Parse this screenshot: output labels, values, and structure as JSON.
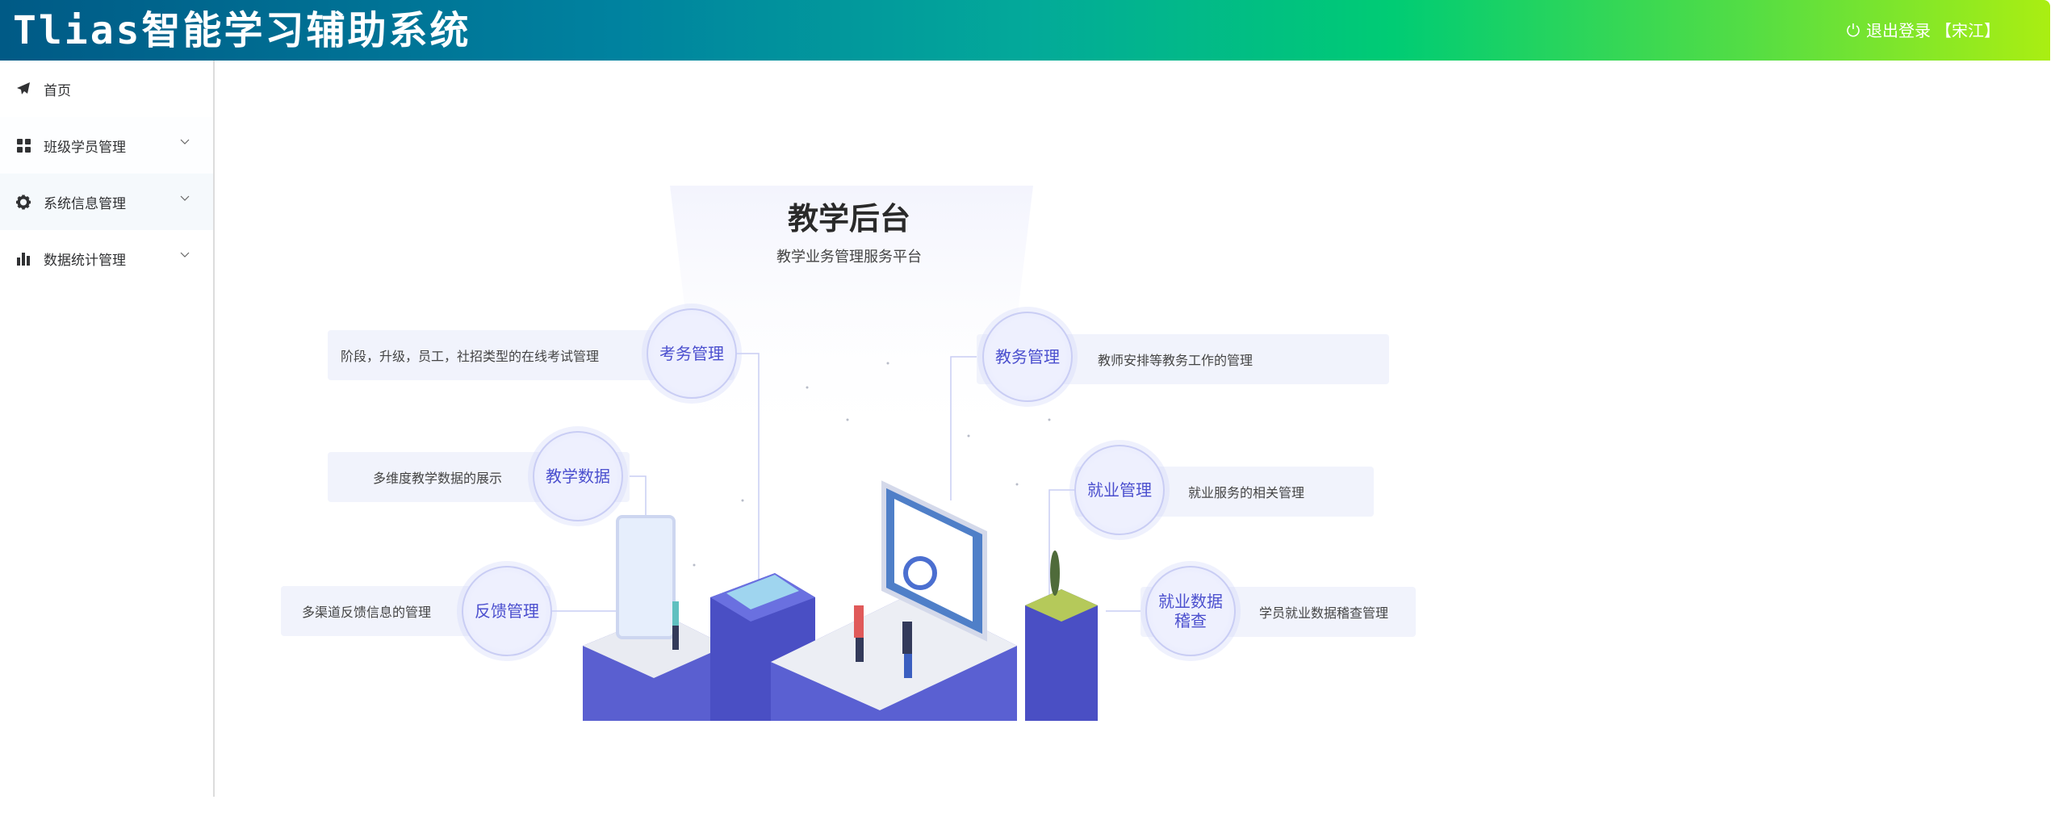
{
  "header": {
    "title": "Tlias智能学习辅助系统",
    "logout_label": "退出登录",
    "user": "【宋江】"
  },
  "sidebar": {
    "items": [
      {
        "label": "首页",
        "icon": "paper-plane-icon"
      },
      {
        "label": "班级学员管理",
        "icon": "grid-icon"
      },
      {
        "label": "系统信息管理",
        "icon": "gear-icon"
      },
      {
        "label": "数据统计管理",
        "icon": "bar-chart-icon"
      }
    ]
  },
  "main": {
    "title": "教学后台",
    "subtitle": "教学业务管理服务平台",
    "modules": [
      {
        "name": "考务管理",
        "desc": "阶段，升级，员工，社招类型的在线考试管理"
      },
      {
        "name": "教学数据",
        "desc": "多维度教学数据的展示"
      },
      {
        "name": "反馈管理",
        "desc": "多渠道反馈信息的管理"
      },
      {
        "name": "教务管理",
        "desc": "教师安排等教务工作的管理"
      },
      {
        "name": "就业管理",
        "desc": "就业服务的相关管理"
      },
      {
        "name": "就业数据稽查",
        "desc": "学员就业数据稽查管理"
      }
    ]
  },
  "colors": {
    "accent": "#4b4fce",
    "building": "#4a4fc4"
  }
}
